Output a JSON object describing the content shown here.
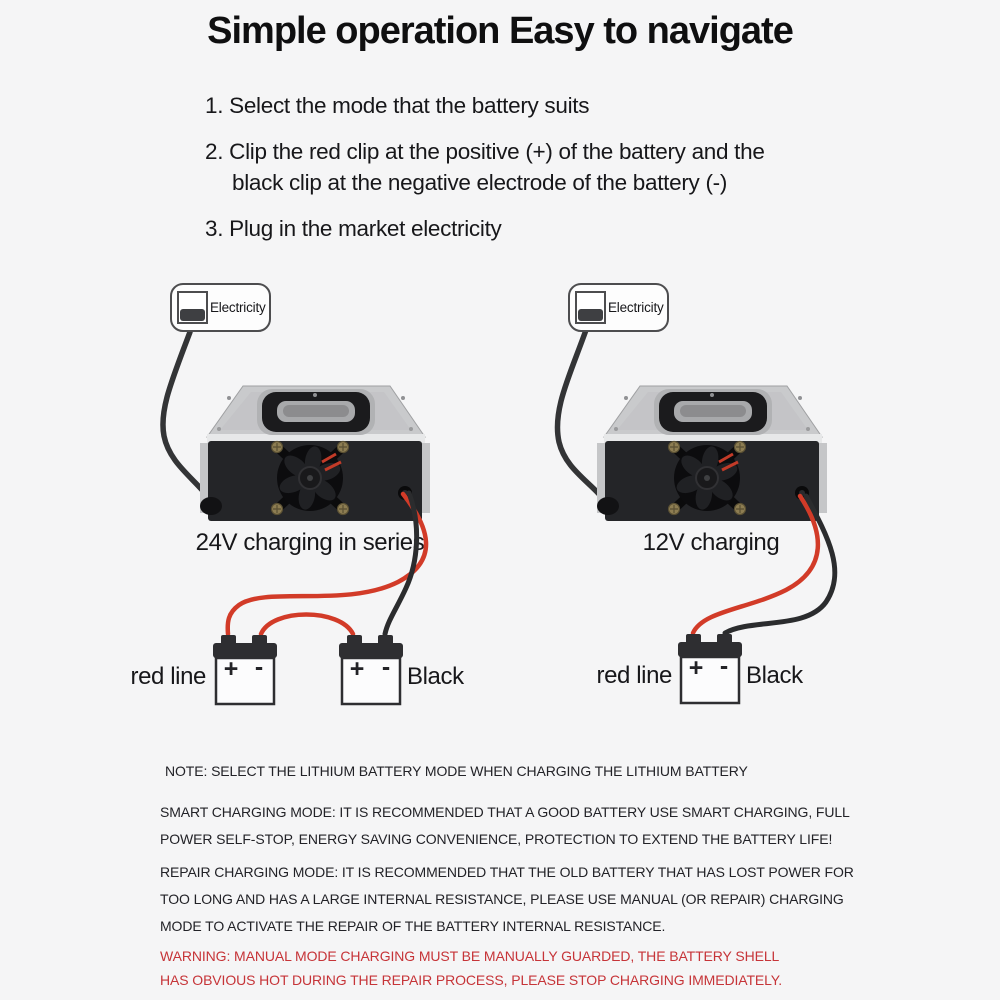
{
  "title": "Simple operation Easy to navigate",
  "steps": [
    {
      "lines": [
        "1. Select the mode that the battery suits"
      ]
    },
    {
      "lines": [
        "2. Clip the red clip at the positive (+) of the battery and the",
        "black clip at the negative electrode of the battery (-)"
      ]
    },
    {
      "lines": [
        "3. Plug in the market electricity"
      ]
    }
  ],
  "diagrams": {
    "left": {
      "electricity_label": "Electricity",
      "charger_label": "24V charging in series",
      "red_label": "red line",
      "black_label": "Black",
      "batteries": [
        {
          "plus": "+",
          "minus": "-"
        },
        {
          "plus": "+",
          "minus": "-"
        }
      ]
    },
    "right": {
      "electricity_label": "Electricity",
      "charger_label": "12V charging",
      "red_label": "red line",
      "black_label": "Black",
      "batteries": [
        {
          "plus": "+",
          "minus": "-"
        }
      ]
    }
  },
  "notes": {
    "note_line": "NOTE: SELECT THE LITHIUM BATTERY MODE WHEN CHARGING THE LITHIUM BATTERY",
    "smart_lines": [
      "SMART CHARGING MODE: IT IS RECOMMENDED THAT A GOOD BATTERY USE SMART CHARGING, FULL",
      "POWER SELF-STOP, ENERGY SAVING CONVENIENCE, PROTECTION TO EXTEND THE BATTERY LIFE!"
    ],
    "repair_lines": [
      "REPAIR CHARGING MODE: IT IS RECOMMENDED THAT THE OLD BATTERY THAT HAS LOST POWER FOR",
      "TOO LONG AND HAS A LARGE INTERNAL RESISTANCE, PLEASE USE MANUAL (OR REPAIR) CHARGING",
      "MODE TO ACTIVATE THE REPAIR OF THE BATTERY INTERNAL RESISTANCE."
    ],
    "warning_lines": [
      "WARNING: MANUAL MODE CHARGING MUST BE MANUALLY GUARDED, THE BATTERY SHELL",
      "HAS OBVIOUS HOT DURING THE REPAIR PROCESS, PLEASE STOP CHARGING IMMEDIATELY."
    ]
  },
  "colors": {
    "background": "#f5f5f6",
    "text": "#17171a",
    "warning_red": "#c63438",
    "wire_red": "#d23b28",
    "wire_black": "#2b2c2e",
    "charger_top_gray": "#c9cacc",
    "charger_front_black": "#242528"
  }
}
